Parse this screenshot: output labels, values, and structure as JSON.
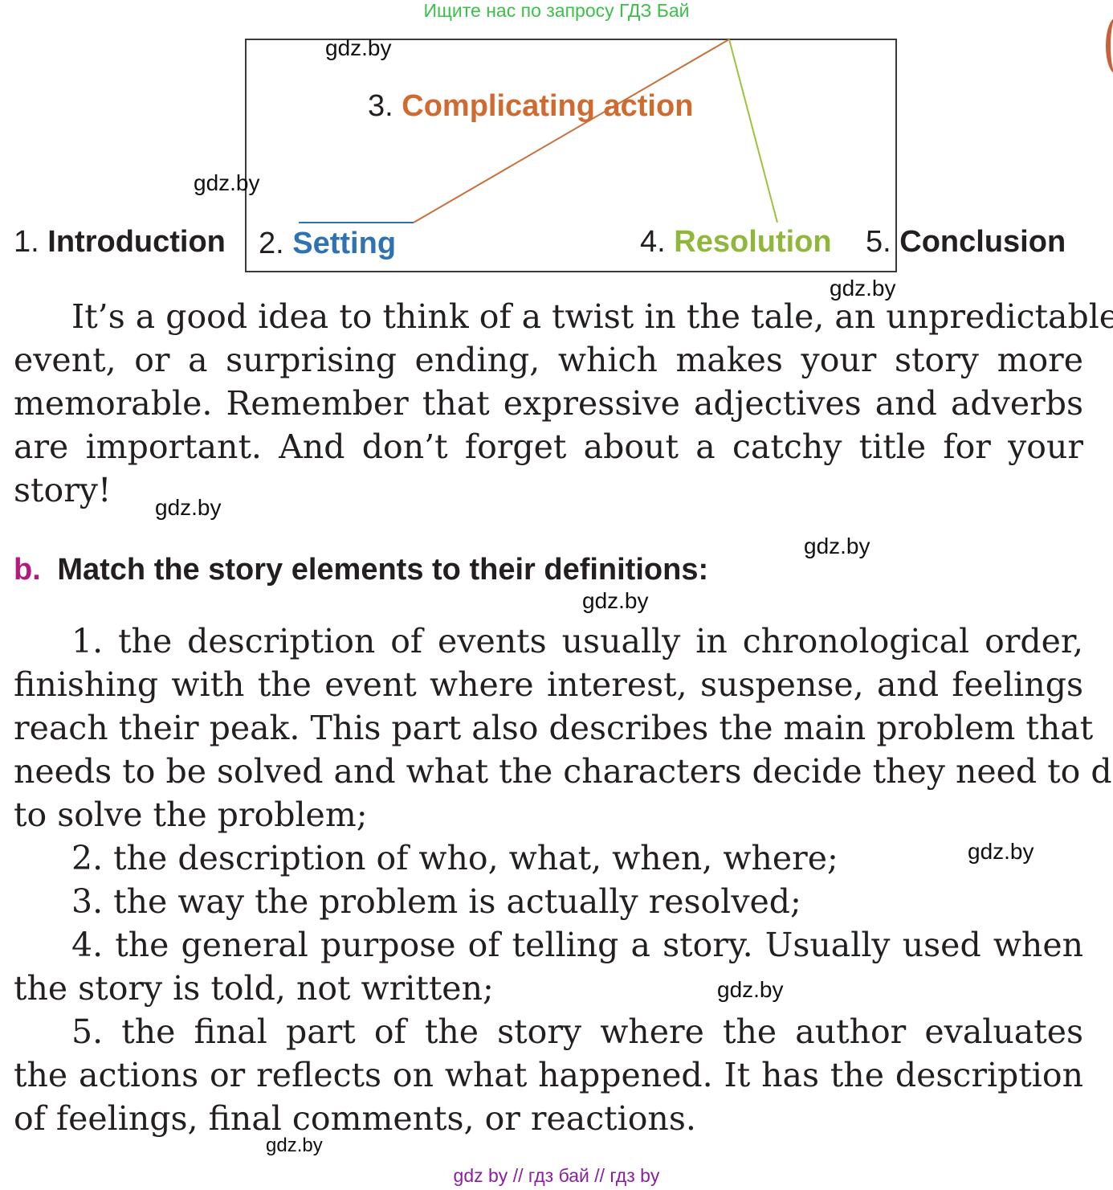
{
  "top_banner": "Ищите нас по запросу ГДЗ Бай",
  "watermark": "gdz.by",
  "diagram": {
    "elements": [
      {
        "num": "1.",
        "label": "Introduction"
      },
      {
        "num": "2.",
        "label": "Setting"
      },
      {
        "num": "3.",
        "label": "Complicating action"
      },
      {
        "num": "4.",
        "label": "Resolution"
      },
      {
        "num": "5.",
        "label": "Conclusion"
      }
    ],
    "colors": {
      "introduction": "#231f20",
      "setting": "#2f72b3",
      "complicating": "#d06a2e",
      "resolution": "#8fb83b",
      "conclusion": "#231f20"
    }
  },
  "paragraph_lines": [
    "It’s a good idea to think of a twist in the tale, an unpredictable",
    "event, or a surprising ending, which makes your story more",
    "memorable. Remember that expressive adjectives and adverbs",
    "are important. And don’t forget about a catchy title for your",
    "story!"
  ],
  "task": {
    "letter": "b.",
    "text": "Match the story elements to their definitions:"
  },
  "definition_lines": [
    "1.  the description of events usually in chronological order,",
    "finishing with the event where interest, suspense, and feelings",
    "reach their peak. This part also describes the main problem that",
    "needs to be solved and what the characters decide they need to  do",
    "to solve the problem;",
    "2.  the description of who, what, when, where;",
    "3.  the way the problem is actually resolved;",
    "4.  the general purpose of telling a story. Usually used when",
    "the story is told, not written;",
    "5.  the final part of the story where the author evaluates",
    "the actions or reflects on what happened. It has the description",
    "of feelings, final comments, or reactions."
  ],
  "bottom_banner": "gdz by  //  гдз бай  //  гдз by"
}
